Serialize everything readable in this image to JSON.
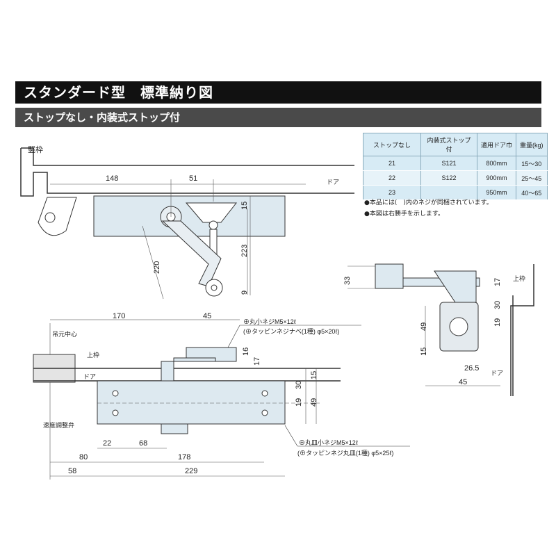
{
  "title": "スタンダード型　標準納り図",
  "subtitle": "ストップなし・内装式ストップ付",
  "table": {
    "headers": [
      "ストップなし",
      "内装式ストップ付",
      "適用ドア巾",
      "重量(kg)"
    ],
    "rows": [
      [
        "21",
        "S121",
        "800mm",
        "15〜30"
      ],
      [
        "22",
        "S122",
        "900mm",
        "25〜45"
      ],
      [
        "23",
        "",
        "950mm",
        "40〜65"
      ]
    ]
  },
  "notes": [
    "●本品には(　)内のネジが同梱されています。",
    "●本図は右勝手を示します。"
  ],
  "top_view": {
    "labels": {
      "frame": "竪枠",
      "door": "ドア"
    },
    "dims": [
      "148",
      "51",
      "15",
      "223",
      "220",
      "9"
    ]
  },
  "front_view": {
    "labels": {
      "pivot_center": "吊元中心",
      "top_frame": "上枠",
      "door": "ドア",
      "speed_valve": "速度調整弁"
    },
    "screw_top": [
      "⊕丸小ネジM5×12ℓ",
      "(⊕タッピンネジナベ(1種) φ5×20ℓ)"
    ],
    "screw_bottom": [
      "⊕丸皿小ネジM5×12ℓ",
      "(⊕タッピンネジ丸皿(1種) φ5×25ℓ)"
    ],
    "dims": [
      "170",
      "45",
      "16",
      "17",
      "30",
      "15",
      "19",
      "49",
      "22",
      "68",
      "178",
      "80",
      "58",
      "229"
    ]
  },
  "side_view": {
    "labels": {
      "top_frame": "上枠",
      "door": "ドア"
    },
    "dims": [
      "33",
      "17",
      "30",
      "19",
      "49",
      "15",
      "26.5",
      "45"
    ]
  }
}
